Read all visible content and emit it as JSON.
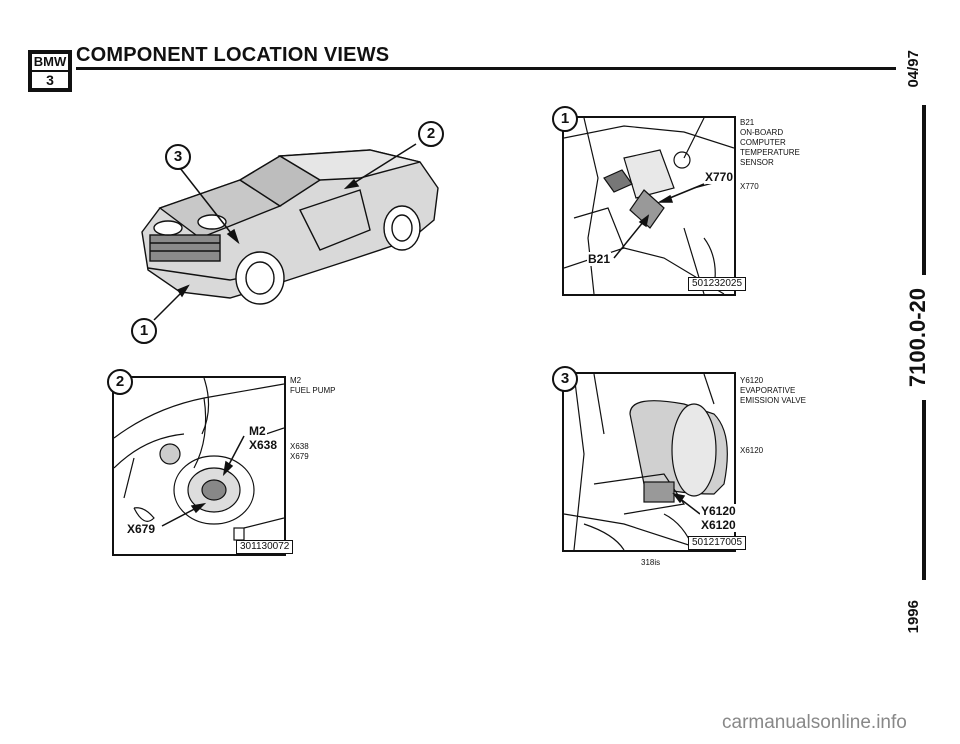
{
  "header": {
    "badge_top": "BMW",
    "badge_bottom": "3",
    "title": "COMPONENT LOCATION VIEWS"
  },
  "margin": {
    "date": "04/97",
    "section": "7100.0-20",
    "year": "1996"
  },
  "overview": {
    "callouts": [
      "1",
      "2",
      "3"
    ]
  },
  "panel1": {
    "number": "1",
    "labels": {
      "connector": "X770",
      "sensor": "B21"
    },
    "part_number": "501232025",
    "legend_lines": [
      "B21",
      "ON-BOARD",
      "COMPUTER",
      "TEMPERATURE",
      "SENSOR"
    ],
    "legend_connector": "X770"
  },
  "panel2": {
    "number": "2",
    "labels": {
      "pump": "M2",
      "connector1": "X638",
      "connector2": "X679"
    },
    "part_number": "301130072",
    "legend_lines": [
      "M2",
      "FUEL PUMP"
    ],
    "legend_connectors": [
      "X638",
      "X679"
    ]
  },
  "panel3": {
    "number": "3",
    "labels": {
      "valve": "Y6120",
      "connector": "X6120"
    },
    "part_number": "501217005",
    "legend_lines": [
      "Y6120",
      "EVAPORATIVE",
      "EMISSION VALVE"
    ],
    "legend_connector": "X6120",
    "model_note": "318is"
  },
  "footer": {
    "watermark": "carmanualsonline.info"
  }
}
